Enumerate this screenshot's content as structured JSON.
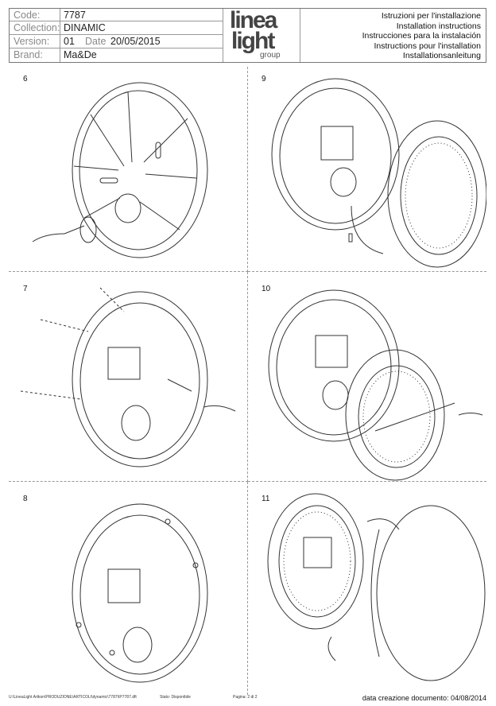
{
  "header": {
    "code_label": "Code:",
    "code_value": "7787",
    "collection_label": "Collection:",
    "collection_value": "DINAMIC",
    "version_label": "Version:",
    "version_value": "01",
    "date_label": "Date",
    "date_value": "20/05/2015",
    "brand_label": "Brand:",
    "brand_value": "Ma&De",
    "logo_line1": "linea",
    "logo_line2": "light",
    "logo_line3": "group",
    "languages": [
      "Istruzioni per l'installazione",
      "Installation instructions",
      "Instrucciones para la instalación",
      "Instructions pour l'installation",
      "Installationsanleitung"
    ]
  },
  "steps": [
    "6",
    "9",
    "7",
    "10",
    "8",
    "11"
  ],
  "footer": {
    "path": "U:\\LineaLight Artkon\\PRODUZIONE\\ARTICOLI\\dynamic\\7787\\IP7787.dft",
    "status": "Stato: Disponibile",
    "page": "Pagina: 2 di 2",
    "created": "data creazione documento: 04/08/2014"
  }
}
